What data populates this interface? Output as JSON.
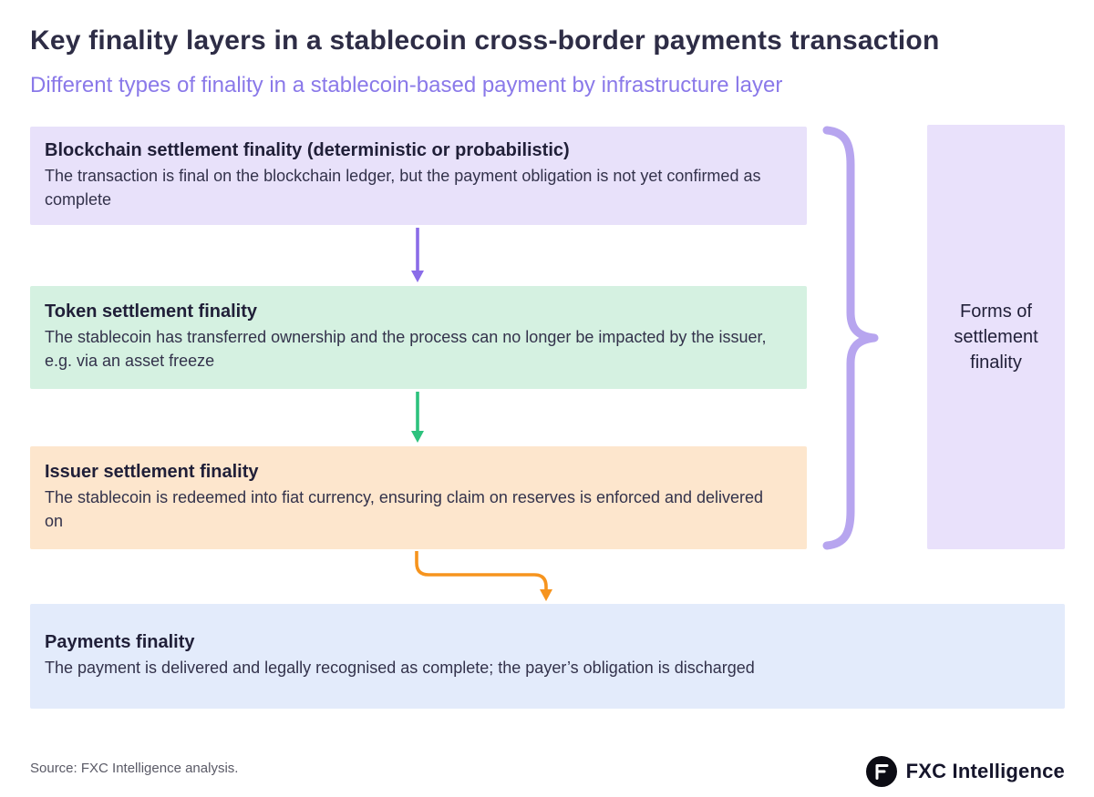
{
  "header": {
    "title": "Key finality layers in a stablecoin cross-border payments transaction",
    "subtitle": "Different types of finality in a stablecoin-based payment by infrastructure layer"
  },
  "flow": {
    "boxes": [
      {
        "title": "Blockchain settlement finality (deterministic or probabilistic)",
        "description": "The transaction is final on the blockchain ledger, but the payment obligation is not yet confirmed as complete",
        "bg": "#e8e1fa"
      },
      {
        "title": "Token settlement finality",
        "description": "The stablecoin has transferred ownership and the process can no longer be impacted by the issuer, e.g. via an asset freeze",
        "bg": "#d5f1e1"
      },
      {
        "title": "Issuer settlement finality",
        "description": "The stablecoin is redeemed into fiat currency, ensuring claim on reserves is enforced and delivered on",
        "bg": "#fde6cd"
      },
      {
        "title": "Payments finality",
        "description": "The payment is delivered and legally recognised as complete; the payer’s obligation is discharged",
        "bg": "#e3ebfb"
      }
    ],
    "arrows": [
      {
        "name": "blockchain-to-token",
        "color": "#8a6ce8"
      },
      {
        "name": "token-to-issuer",
        "color": "#2dc27d"
      },
      {
        "name": "issuer-to-payments",
        "color": "#f6941e"
      }
    ]
  },
  "side": {
    "label": "Forms of settlement finality",
    "bg": "#e9e1fb",
    "brace_color": "#b7a5ef"
  },
  "footer": {
    "source": "Source: FXC Intelligence analysis.",
    "brand": "FXC Intelligence"
  }
}
